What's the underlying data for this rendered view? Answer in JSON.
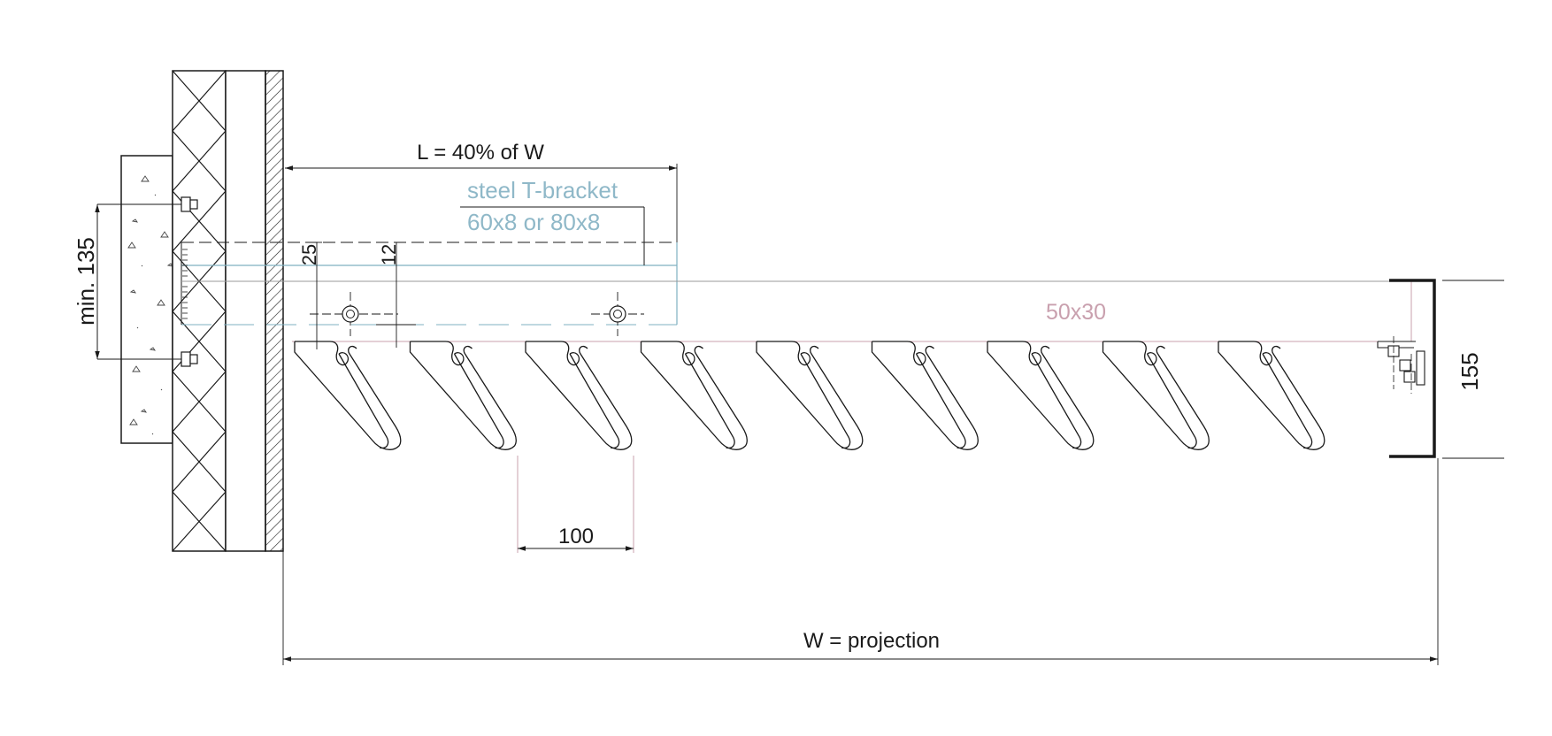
{
  "dimensions": {
    "length": "L = 40% of W",
    "projection": "W = projection",
    "spacing": "100",
    "anchor_spacing": "min. 135",
    "offset_25": "25",
    "offset_12": "12",
    "profile_height": "155"
  },
  "labels": {
    "bracket_name": "steel T-bracket",
    "bracket_size": "60x8 or 80x8",
    "beam_size": "50x30"
  },
  "colors": {
    "line": "#1a1a1a",
    "bracket_label": "#8fb8c8",
    "beam_label": "#c9a0ae",
    "plate": "#7fb0c0",
    "thin_line": "#888888"
  }
}
